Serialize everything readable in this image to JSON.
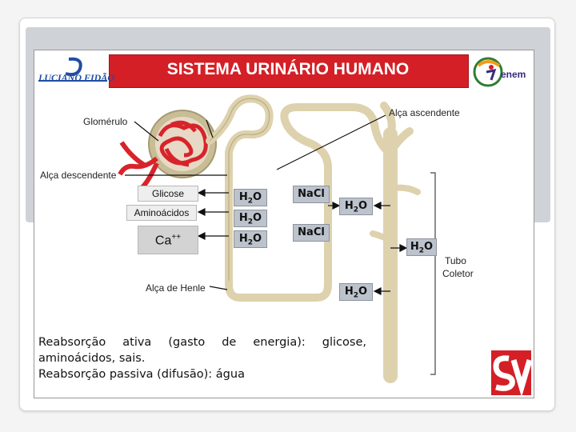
{
  "title": "SISTEMA URINÁRIO HUMANO",
  "logos": {
    "left_text": "LUCIANO FIDÃO",
    "right_text": "enem"
  },
  "labels": {
    "glomerulo": "Glomérulo",
    "alca_ascendente": "Alça ascendente",
    "alca_descendente": "Alça descendente",
    "alca_henle": "Alça de Henle",
    "tubo_coletor_1": "Tubo",
    "tubo_coletor_2": "Coletor"
  },
  "substances": {
    "glicose": "Glicose",
    "aminoacidos": "Aminoácidos",
    "calcio": "Ca",
    "calcio_charge": "++"
  },
  "water": {
    "h": "H",
    "sub": "2",
    "o": "O"
  },
  "salt": "NaCl",
  "text": {
    "line1_words": [
      "Reabsorção",
      "ativa",
      "(gasto",
      "de",
      "energia):",
      "glicose,"
    ],
    "line2": "aminoácidos, sais.",
    "line3": "Reabsorção passiva (difusão): água"
  },
  "colors": {
    "title_bg": "#d41f26",
    "tubule": "#ddd2ad",
    "label_box": "#bcc3cc",
    "vessel": "#d8232a"
  }
}
